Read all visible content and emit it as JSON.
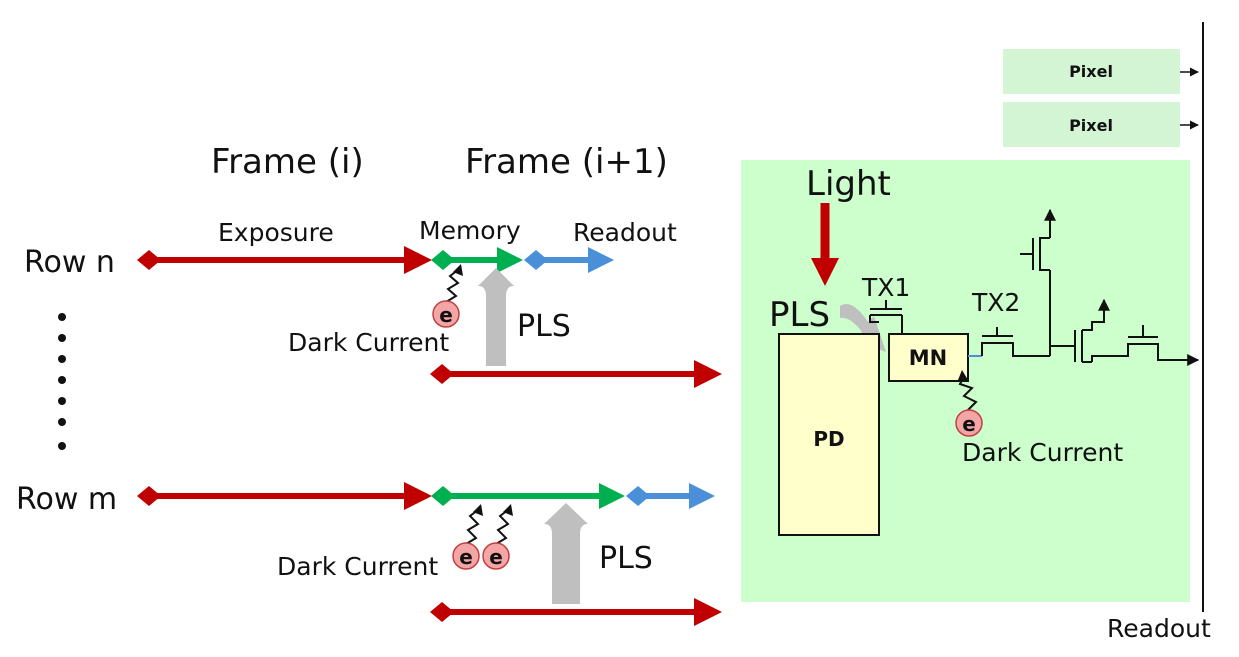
{
  "timing": {
    "frame_i": "Frame (i)",
    "frame_i1": "Frame (i+1)",
    "exposure": "Exposure",
    "memory": "Memory",
    "readout": "Readout",
    "row_n": "Row n",
    "row_m": "Row m",
    "pls_1": "PLS",
    "pls_2": "PLS",
    "dark_current_1": "Dark Current",
    "dark_current_2": "Dark Current",
    "electron": "e"
  },
  "circuit": {
    "pixel_top": "Pixel",
    "pixel_bottom": "Pixel",
    "light": "Light",
    "pls": "PLS",
    "tx1": "TX1",
    "tx2": "TX2",
    "mn": "MN",
    "pd": "PD",
    "dark_current": "Dark Current",
    "electron": "e",
    "readout": "Readout"
  },
  "colors": {
    "exposure_arrow": "#c00000",
    "memory_arrow": "#00b050",
    "readout_arrow": "#4a90d9",
    "pls_arrow": "#bfbfbf",
    "pixel_panel": "#ccffcc",
    "pixel_box": "#d4f5d4",
    "pd_box": "#ffffcc",
    "electron_fill": "#f4a6a6"
  }
}
